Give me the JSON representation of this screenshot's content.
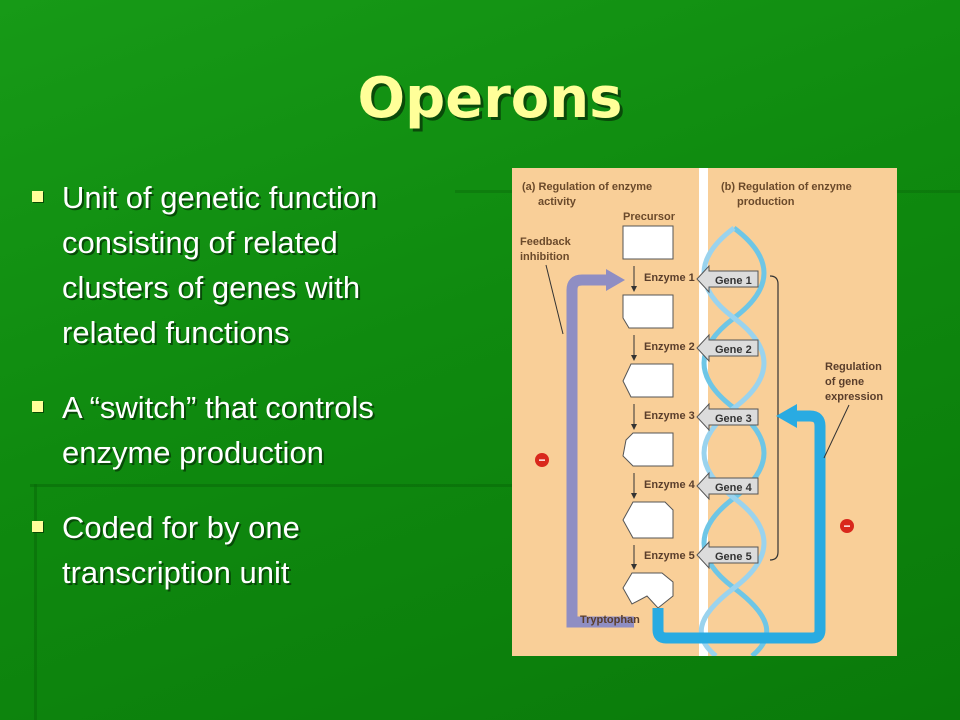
{
  "slide": {
    "title": "Operons",
    "bullets": [
      {
        "text": " Unit of genetic function\nconsisting of related\nclusters of genes with\nrelated functions"
      },
      {
        "text": " A “switch” that controls\nenzyme production"
      },
      {
        "text": " Coded for by one\ntranscription unit"
      }
    ]
  },
  "figure": {
    "panel_a": {
      "line1": "(a) Regulation of enzyme",
      "line2": "activity"
    },
    "panel_b": {
      "line1": "(b) Regulation of enzyme",
      "line2": "production"
    },
    "precursor": "Precursor",
    "feedback": {
      "line1": "Feedback",
      "line2": "inhibition"
    },
    "enzymes": [
      "Enzyme 1",
      "Enzyme 2",
      "Enzyme 3",
      "Enzyme 4",
      "Enzyme 5"
    ],
    "genes": [
      "Gene 1",
      "Gene 2",
      "Gene 3",
      "Gene 4",
      "Gene 5"
    ],
    "regulation": {
      "line1": "Regulation",
      "line2": "of gene",
      "line3": "expression"
    },
    "tryptophan": "Tryptophan",
    "inhibit_symbol": "−",
    "colors": {
      "panel_bg": "#f9cf98",
      "feedback_arrow": "#8f8ec3",
      "regulation_arrow": "#29abe2",
      "inhibit": "#d9281c",
      "gene_box": "#dcdcdc"
    }
  }
}
